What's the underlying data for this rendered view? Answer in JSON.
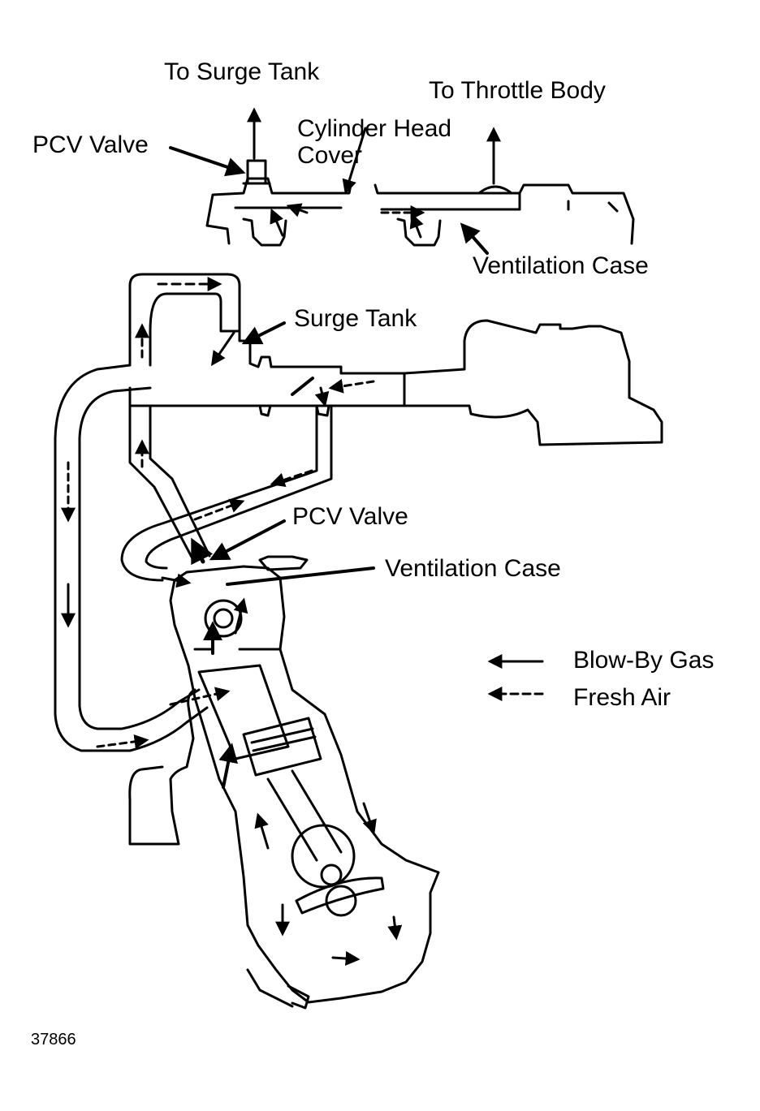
{
  "labels": {
    "to_surge_tank": "To Surge Tank",
    "to_throttle_body": "To Throttle Body",
    "pcv_valve_top": "PCV Valve",
    "cylinder_head_cover": "Cylinder Head\nCover",
    "ventilation_case_top": "Ventilation  Case",
    "surge_tank": "Surge Tank",
    "pcv_valve_mid": "PCV Valve",
    "ventilation_case_mid": "Ventilation Case"
  },
  "legend": {
    "blow_by_gas": "Blow-By Gas",
    "fresh_air": "Fresh Air"
  },
  "figure_number": "37866",
  "colors": {
    "ink": "#000000",
    "paper": "#ffffff"
  }
}
